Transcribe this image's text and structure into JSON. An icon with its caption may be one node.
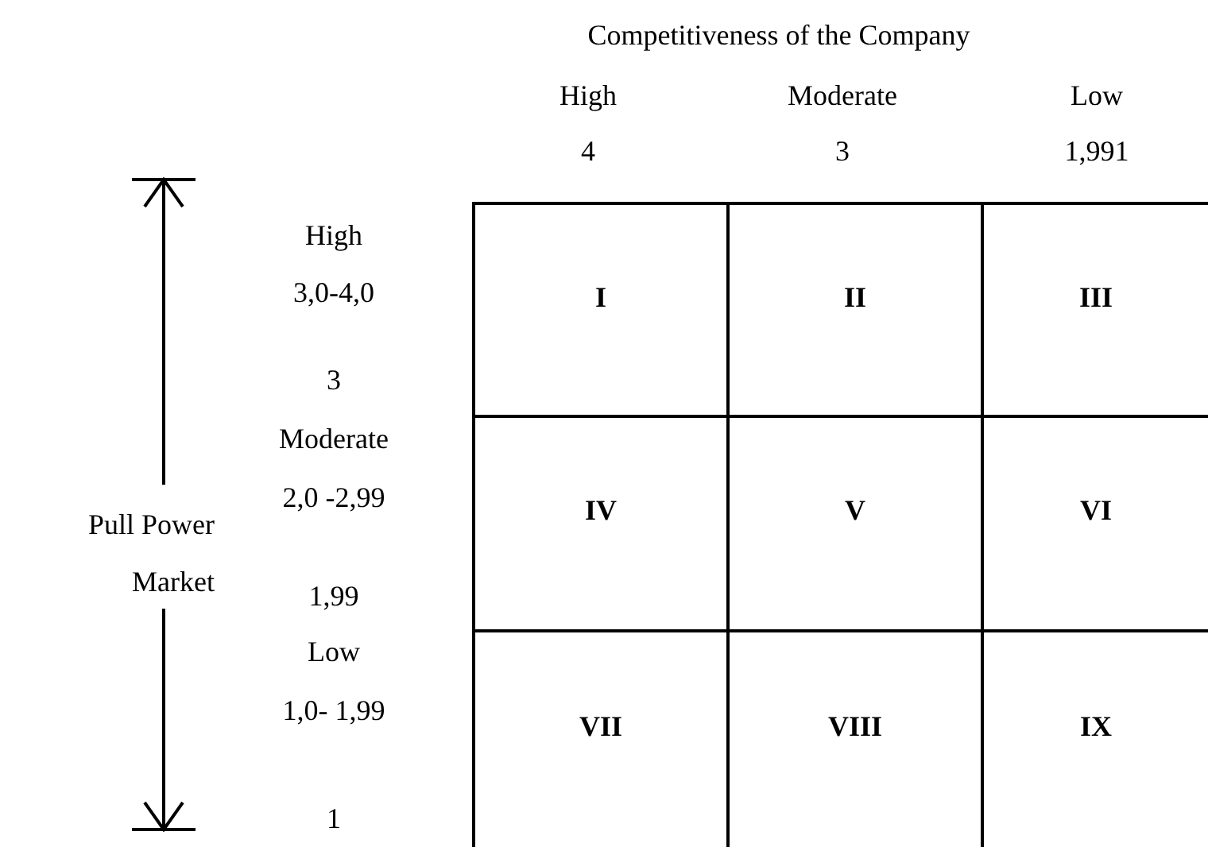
{
  "diagram": {
    "nodes": [
      {
        "text": [
          "I"
        ]
      },
      {
        "text": [
          "II"
        ]
      },
      {
        "text": [
          "III"
        ]
      },
      {
        "text": [
          "IV"
        ]
      },
      {
        "text": [
          "V"
        ]
      },
      {
        "text": [
          "VI"
        ]
      },
      {
        "text": [
          "VII"
        ]
      },
      {
        "text": [
          "VIII"
        ]
      },
      {
        "text": [
          "IX"
        ]
      }
    ],
    "edges": [],
    "labels": [
      "Competitiveness of the Company",
      "High",
      "Moderate",
      "Low",
      "4",
      "3",
      "1,991",
      "High",
      "3,0-4,0",
      "3",
      "Moderate",
      "2,0 -2,99",
      "Pull Power Market",
      "1,99",
      "Low",
      "1,0- 1,99",
      "1"
    ]
  }
}
